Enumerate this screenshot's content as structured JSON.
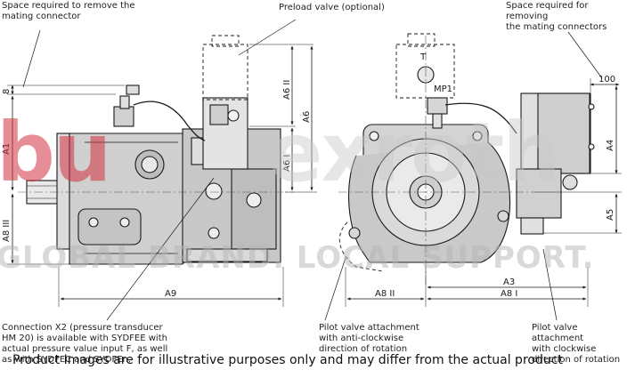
{
  "callouts": {
    "space_left": [
      "Space required to remove the",
      "mating connector"
    ],
    "preload_valve": "Preload valve (optional)",
    "space_right": [
      "Space required for removing",
      "the mating connectors"
    ],
    "connection_x2": [
      "Connection X2 (pressure transducer",
      "HM 20) is available with SYDFEE with",
      " actual pressure value input F, as well",
      "as with SYDFEC and SYDFEn."
    ],
    "pilot_acw": [
      "Pilot valve attachment",
      "with anti-clockwise",
      "direction of rotation"
    ],
    "pilot_cw": [
      "Pilot valve attachment",
      "with clockwise",
      "direction of rotation"
    ]
  },
  "dimensions": {
    "eight": "8",
    "a1": "A1",
    "a8iii": "A8 III",
    "a6ii": "A6 II",
    "a6": "A6",
    "a6i": "A6 I",
    "a9": "A9",
    "t": "T",
    "mp1": "MP1",
    "hundred": "100",
    "a4": "A4",
    "a5": "A5",
    "a3": "A3",
    "a8ii": "A8 II",
    "a8i": "A8 I"
  },
  "watermark": {
    "brand_fragment": "bu",
    "brand_main": "exroth",
    "tagline": "GLOBAL BRAND. LOCAL SUPPORT."
  },
  "disclaimer": "Product Images are for illustrative purposes only and may differ from the actual product",
  "colors": {
    "watermark_red": "#d32f3f",
    "watermark_grey": "#c9c9c9",
    "line": "#1a1a1a"
  }
}
